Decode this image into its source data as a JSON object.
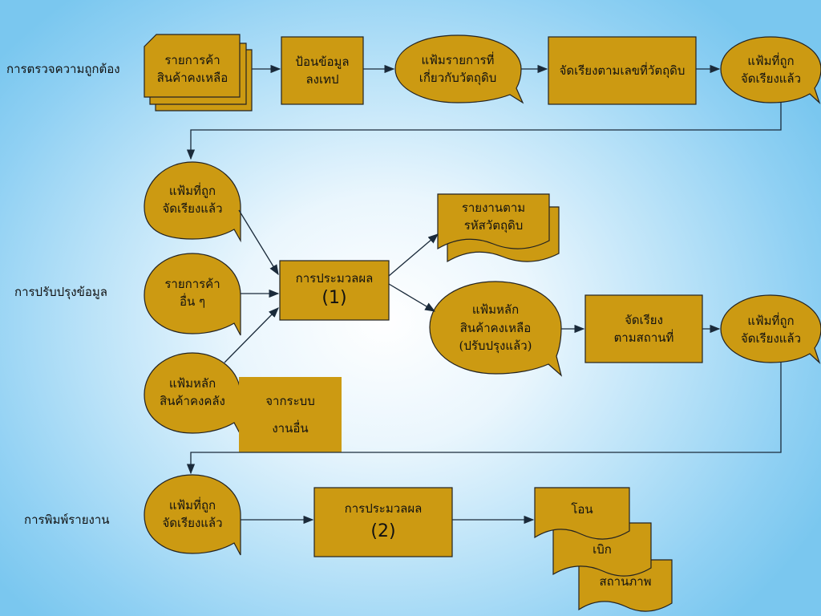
{
  "rows": {
    "verify": "การตรวจความถูกต้อง",
    "update": "การปรับปรุงข้อมูล",
    "report": "การพิมพ์รายงาน"
  },
  "nodes": {
    "remaining_list_l1": "รายการค้า",
    "remaining_list_l2": "สินค้าคงเหลือ",
    "input_tape_l1": "ป้อนข้อมูล",
    "input_tape_l2": "ลงเทป",
    "material_file_l1": "แฟ้มรายการที่",
    "material_file_l2": "เกี่ยวกับวัตถุดิบ",
    "sort_by_material": "จัดเรียงตามเลขที่วัตถุดิบ",
    "sorted_file_l1": "แฟ้มที่ถูก",
    "sorted_file_l2": "จัดเรียงแล้ว",
    "other_list_l1": "รายการค้า",
    "other_list_l2": "อื่น ๆ",
    "inventory_master_l1": "แฟ้มหลัก",
    "inventory_master_l2": "สินค้าคงคลัง",
    "from_system_l1": "จากระบบ",
    "from_system_l2": "งานอื่น",
    "process_l1": "การประมวลผล",
    "process1_num": "(1)",
    "process2_num": "(2)",
    "report_by_code_l1": "รายงานตาม",
    "report_by_code_l2": "รหัสวัตถุดิบ",
    "master_updated_l1": "แฟ้มหลัก",
    "master_updated_l2": "สินค้าคงเหลือ",
    "master_updated_l3": "(ปรับปรุงแล้ว)",
    "sort_location_l1": "จัดเรียง",
    "sort_location_l2": "ตามสถานที่",
    "out_transfer": "โอน",
    "out_withdraw": "เบิก",
    "out_status": "สถานภาพ"
  },
  "colors": {
    "node_fill": "#cc9a12",
    "line": "#1a2a3a",
    "bg_outer": "#7ac7ef"
  }
}
